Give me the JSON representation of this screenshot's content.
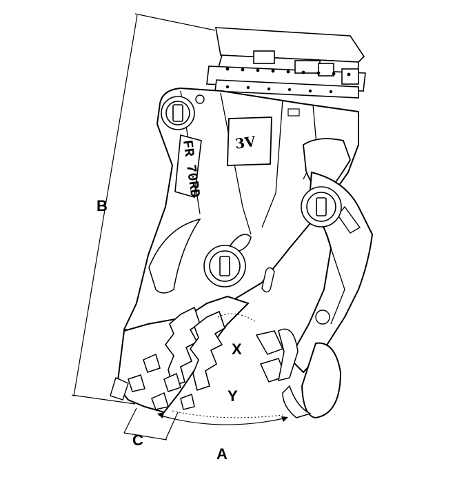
{
  "diagram": {
    "dimension_labels": {
      "a": "A",
      "b": "B",
      "c": "C",
      "x": "X",
      "y": "Y"
    },
    "body_markings": {
      "brand_logo": "3V",
      "model_plate": "FR 70RD"
    },
    "colors": {
      "line": "#000000",
      "fill": "#ffffff",
      "accent_fill": "#f4f4f4"
    }
  }
}
